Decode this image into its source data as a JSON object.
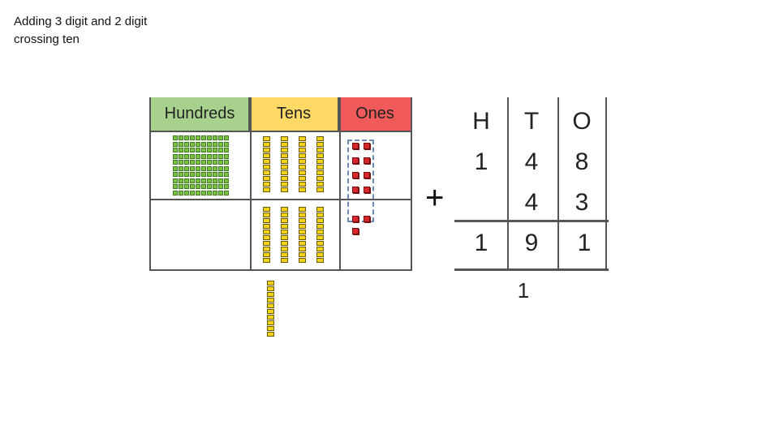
{
  "title": "Adding 3 digit and 2 digit crossing ten",
  "place_value_table": {
    "headers": [
      {
        "label": "Hundreds",
        "color": "#a9d18e"
      },
      {
        "label": "Tens",
        "color": "#ffd966"
      },
      {
        "label": "Ones",
        "color": "#f15a5a"
      }
    ],
    "row1": {
      "hundreds": 1,
      "tens": 4,
      "ones": 8
    },
    "row2": {
      "hundreds": 0,
      "tens": 4,
      "ones": 3
    },
    "grouped_ones": 10,
    "exchanged_tens": 1
  },
  "column_addition": {
    "operator": "+",
    "headers": [
      "H",
      "T",
      "O"
    ],
    "row1": [
      "1",
      "4",
      "8"
    ],
    "row2": [
      "",
      "4",
      "3"
    ],
    "result": [
      "1",
      "9",
      "1"
    ],
    "carry": "1"
  },
  "colors": {
    "hundreds_block": "#7cc142",
    "tens_rod": "#f4d21a",
    "ones_cube": "#d9262a"
  }
}
